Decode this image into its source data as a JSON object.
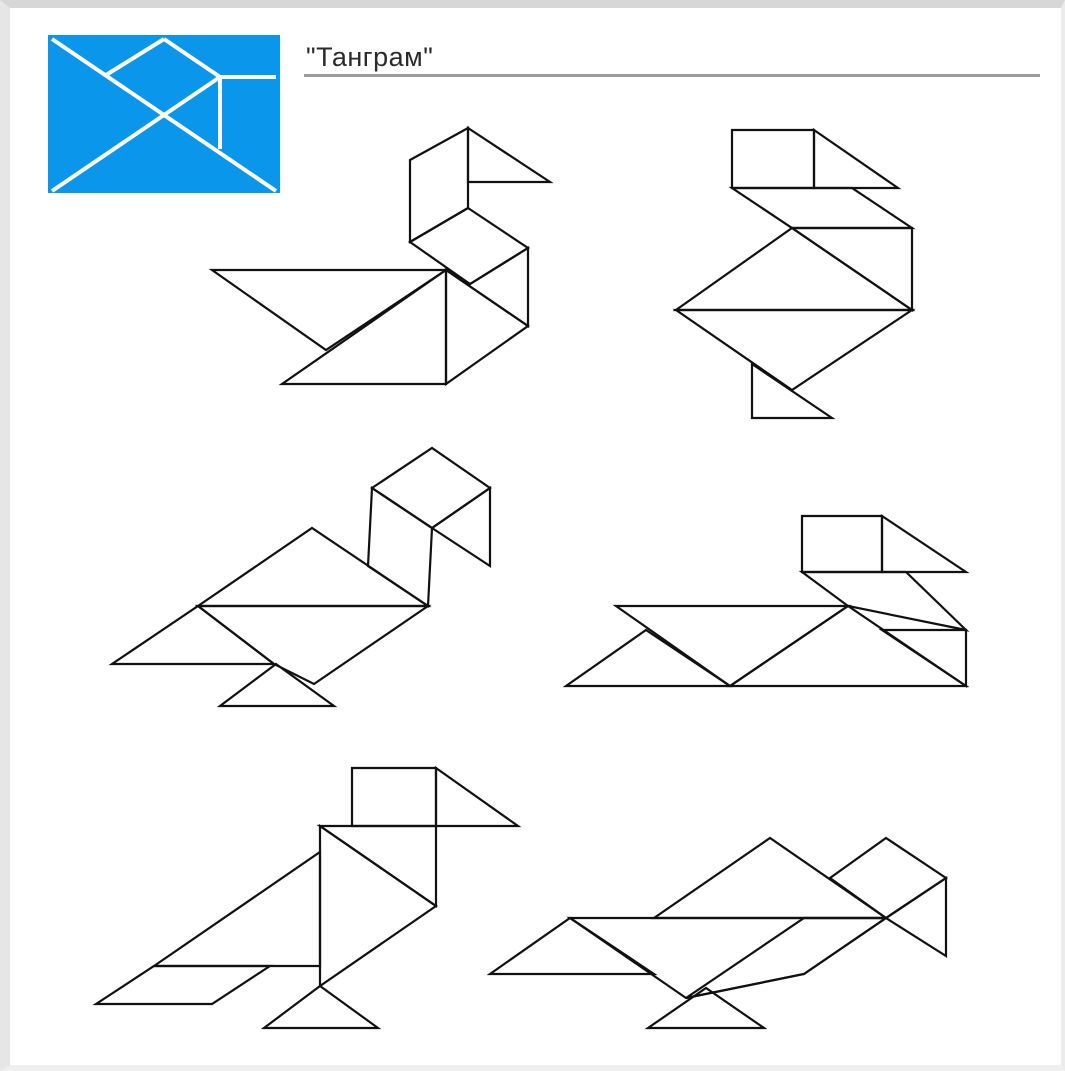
{
  "title": "\"Танграм\"",
  "colors": {
    "logo_fill": "#0a96ea",
    "logo_lines": "#ffffff",
    "outline": "#111111"
  },
  "figures": [
    "swan",
    "goose",
    "duck",
    "swimming-bird",
    "heron",
    "flying-bird"
  ]
}
